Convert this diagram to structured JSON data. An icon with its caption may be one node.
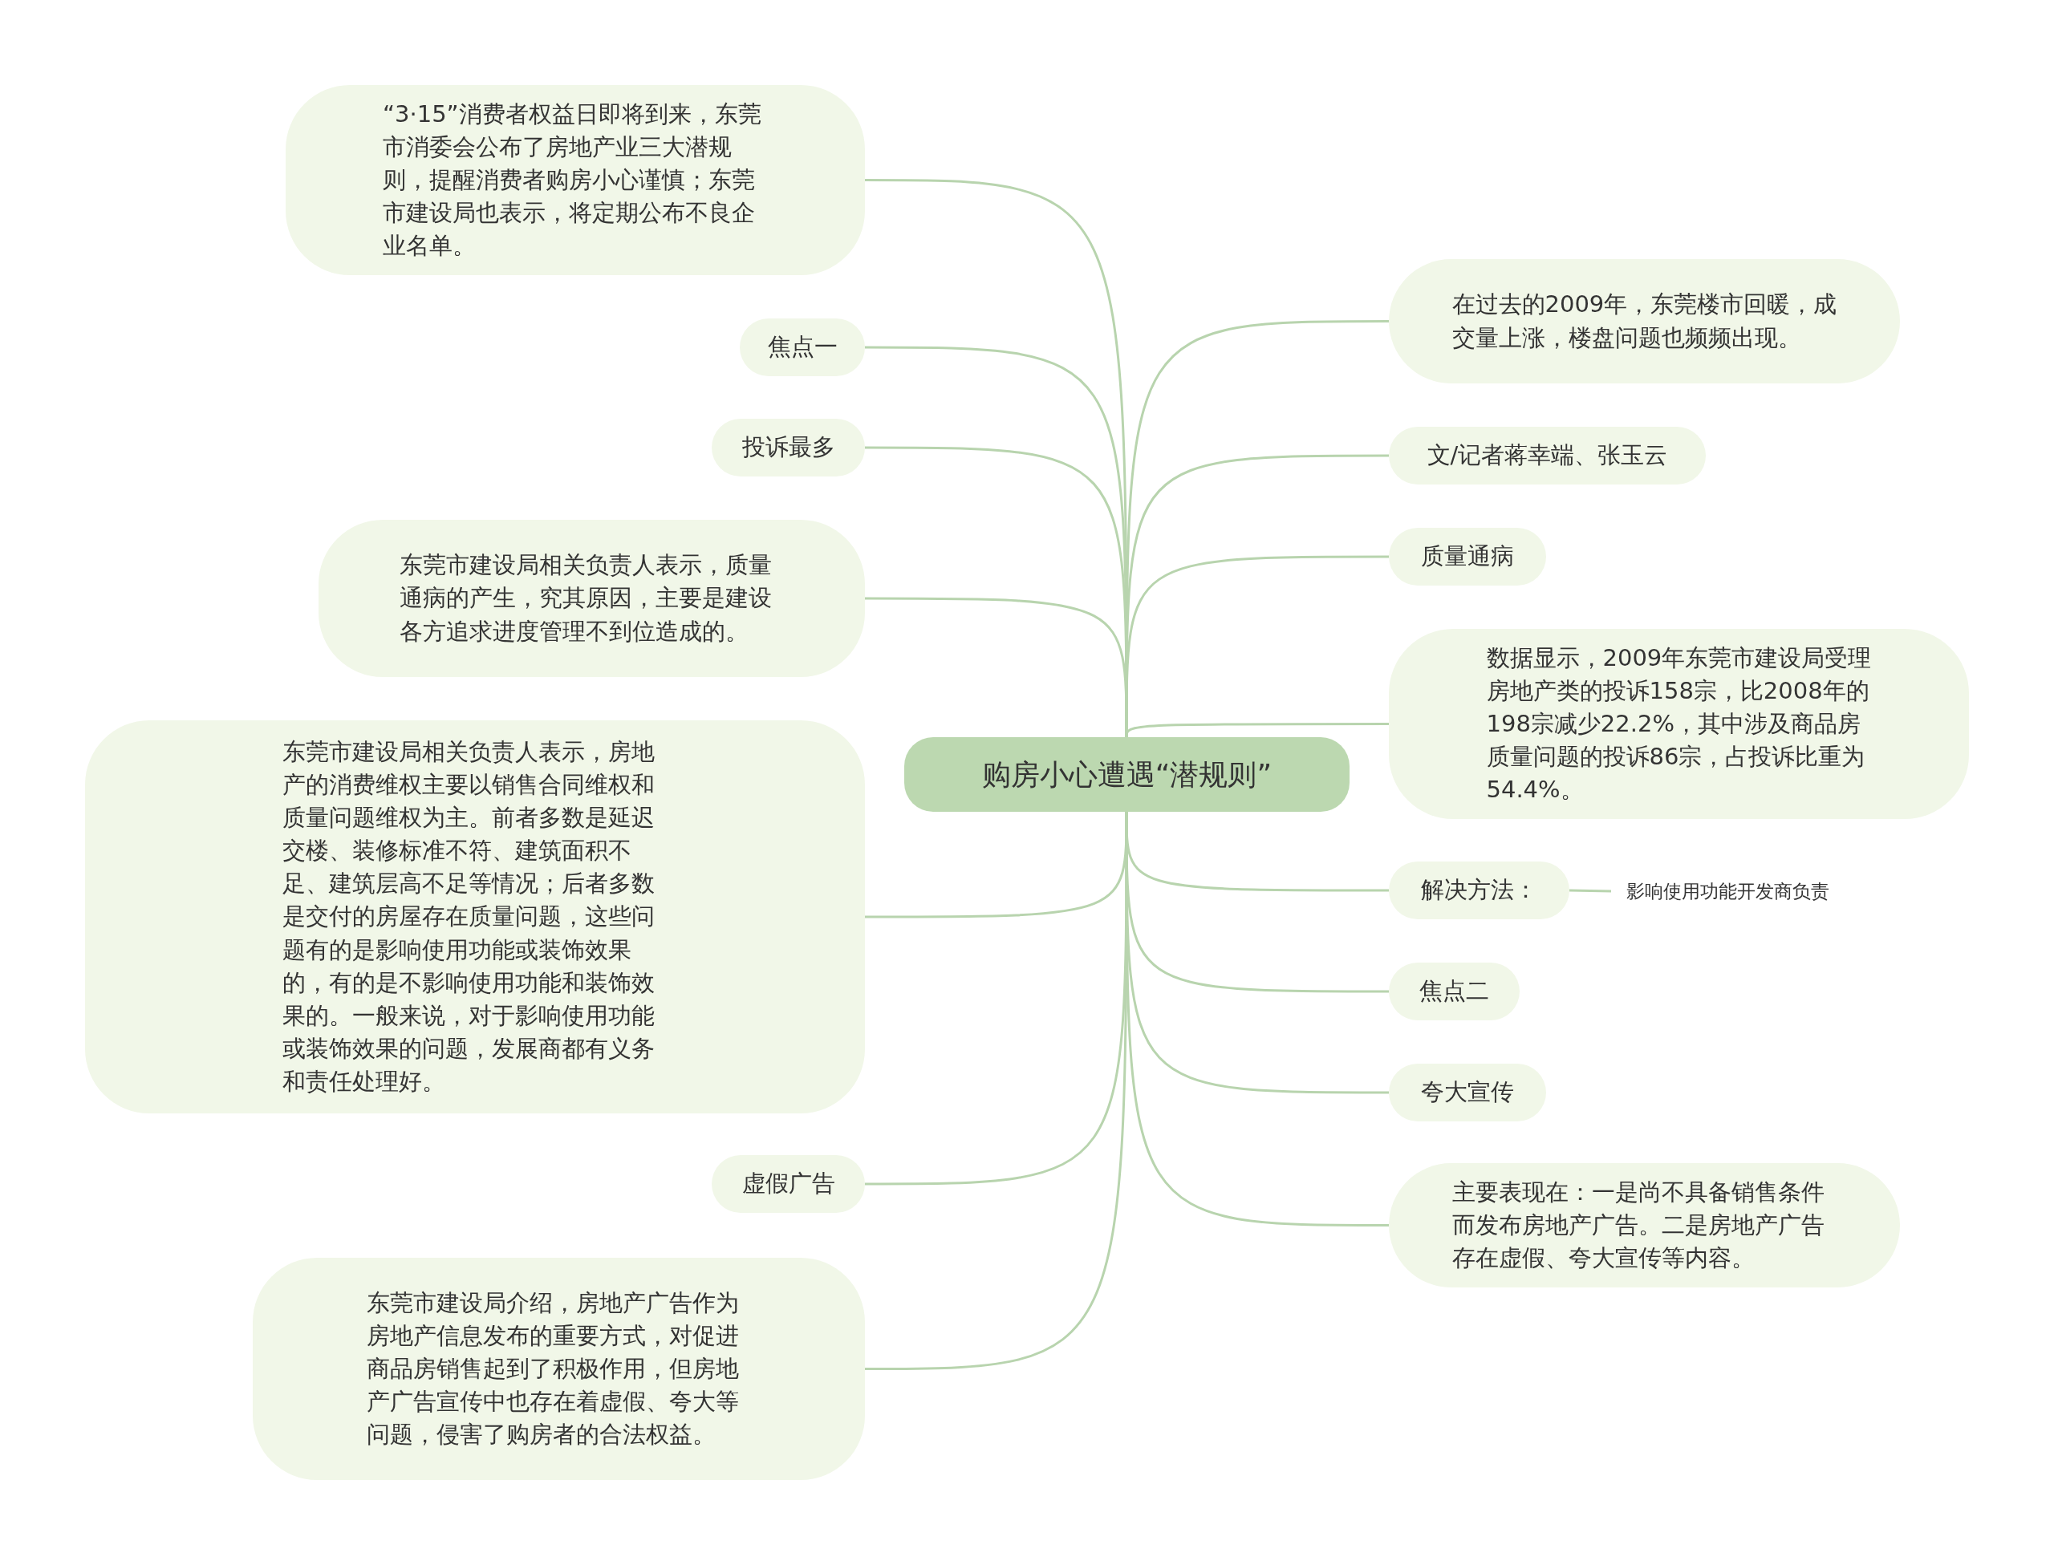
{
  "diagram": {
    "nodes": [
      {
        "text": [
          "购房小心遭遇“潜规则”"
        ]
      },
      {
        "text": [
          "“3·15”消费者权益日即将到来，东莞市消委会公布了房地产业三大潜规则，提醒消费者购房小心谨慎；东莞市建设局也表示，将定期公布不良企业名单。"
        ]
      },
      {
        "text": [
          "焦点一"
        ]
      },
      {
        "text": [
          "投诉最多"
        ]
      },
      {
        "text": [
          "东莞市建设局相关负责人表示，质量通病的产生，究其原因，主要是建设各方追求进度管理不到位造成的。"
        ]
      },
      {
        "text": [
          "东莞市建设局相关负责人表示，房地产的消费维权主要以销售合同维权和质量问题维权为主。前者多数是延迟交楼、装修标准不符、建筑面积不足、建筑层高不足等情况；后者多数是交付的房屋存在质量问题，这些问题有的是影响使用功能或装饰效果的，有的是不影响使用功能和装饰效果的。一般来说，对于影响使用功能或装饰效果的问题，发展商都有义务和责任处理好。"
        ]
      },
      {
        "text": [
          "虚假广告"
        ]
      },
      {
        "text": [
          "东莞市建设局介绍，房地产广告作为房地产信息发布的重要方式，对促进商品房销售起到了积极作用，但房地产广告宣传中也存在着虚假、夸大等问题，侵害了购房者的合法权益。"
        ]
      },
      {
        "text": [
          "在过去的2009年，东莞楼市回暖，成交量上涨，楼盘问题也频频出现。"
        ]
      },
      {
        "text": [
          "文/记者蒋幸端、张玉云"
        ]
      },
      {
        "text": [
          "质量通病"
        ]
      },
      {
        "text": [
          "数据显示，2009年东莞市建设局受理房地产类的投诉158宗，比2008年的198宗减少22.2%，其中涉及商品房质量问题的投诉86宗，占投诉比重为54.4%。"
        ]
      },
      {
        "text": [
          "解决方法："
        ]
      },
      {
        "text": [
          "影响使用功能开发商负责"
        ]
      },
      {
        "text": [
          "焦点二"
        ]
      },
      {
        "text": [
          "夸大宣传"
        ]
      },
      {
        "text": [
          "主要表现在：一是尚不具备销售条件而发布房地产广告。二是房地产广告存在虚假、夸大宣传等内容。"
        ]
      }
    ],
    "edges": [
      {
        "from": 0,
        "to": 1,
        "arrow": "none"
      },
      {
        "from": 0,
        "to": 2,
        "arrow": "none"
      },
      {
        "from": 0,
        "to": 3,
        "arrow": "none"
      },
      {
        "from": 0,
        "to": 4,
        "arrow": "none"
      },
      {
        "from": 0,
        "to": 5,
        "arrow": "none"
      },
      {
        "from": 0,
        "to": 6,
        "arrow": "none"
      },
      {
        "from": 0,
        "to": 7,
        "arrow": "none"
      },
      {
        "from": 0,
        "to": 8,
        "arrow": "none"
      },
      {
        "from": 0,
        "to": 9,
        "arrow": "none"
      },
      {
        "from": 0,
        "to": 10,
        "arrow": "none"
      },
      {
        "from": 0,
        "to": 11,
        "arrow": "none"
      },
      {
        "from": 0,
        "to": 12,
        "arrow": "none"
      },
      {
        "from": 12,
        "to": 13,
        "arrow": "none"
      },
      {
        "from": 0,
        "to": 14,
        "arrow": "none"
      },
      {
        "from": 0,
        "to": 15,
        "arrow": "none"
      },
      {
        "from": 0,
        "to": 16,
        "arrow": "none"
      }
    ]
  }
}
